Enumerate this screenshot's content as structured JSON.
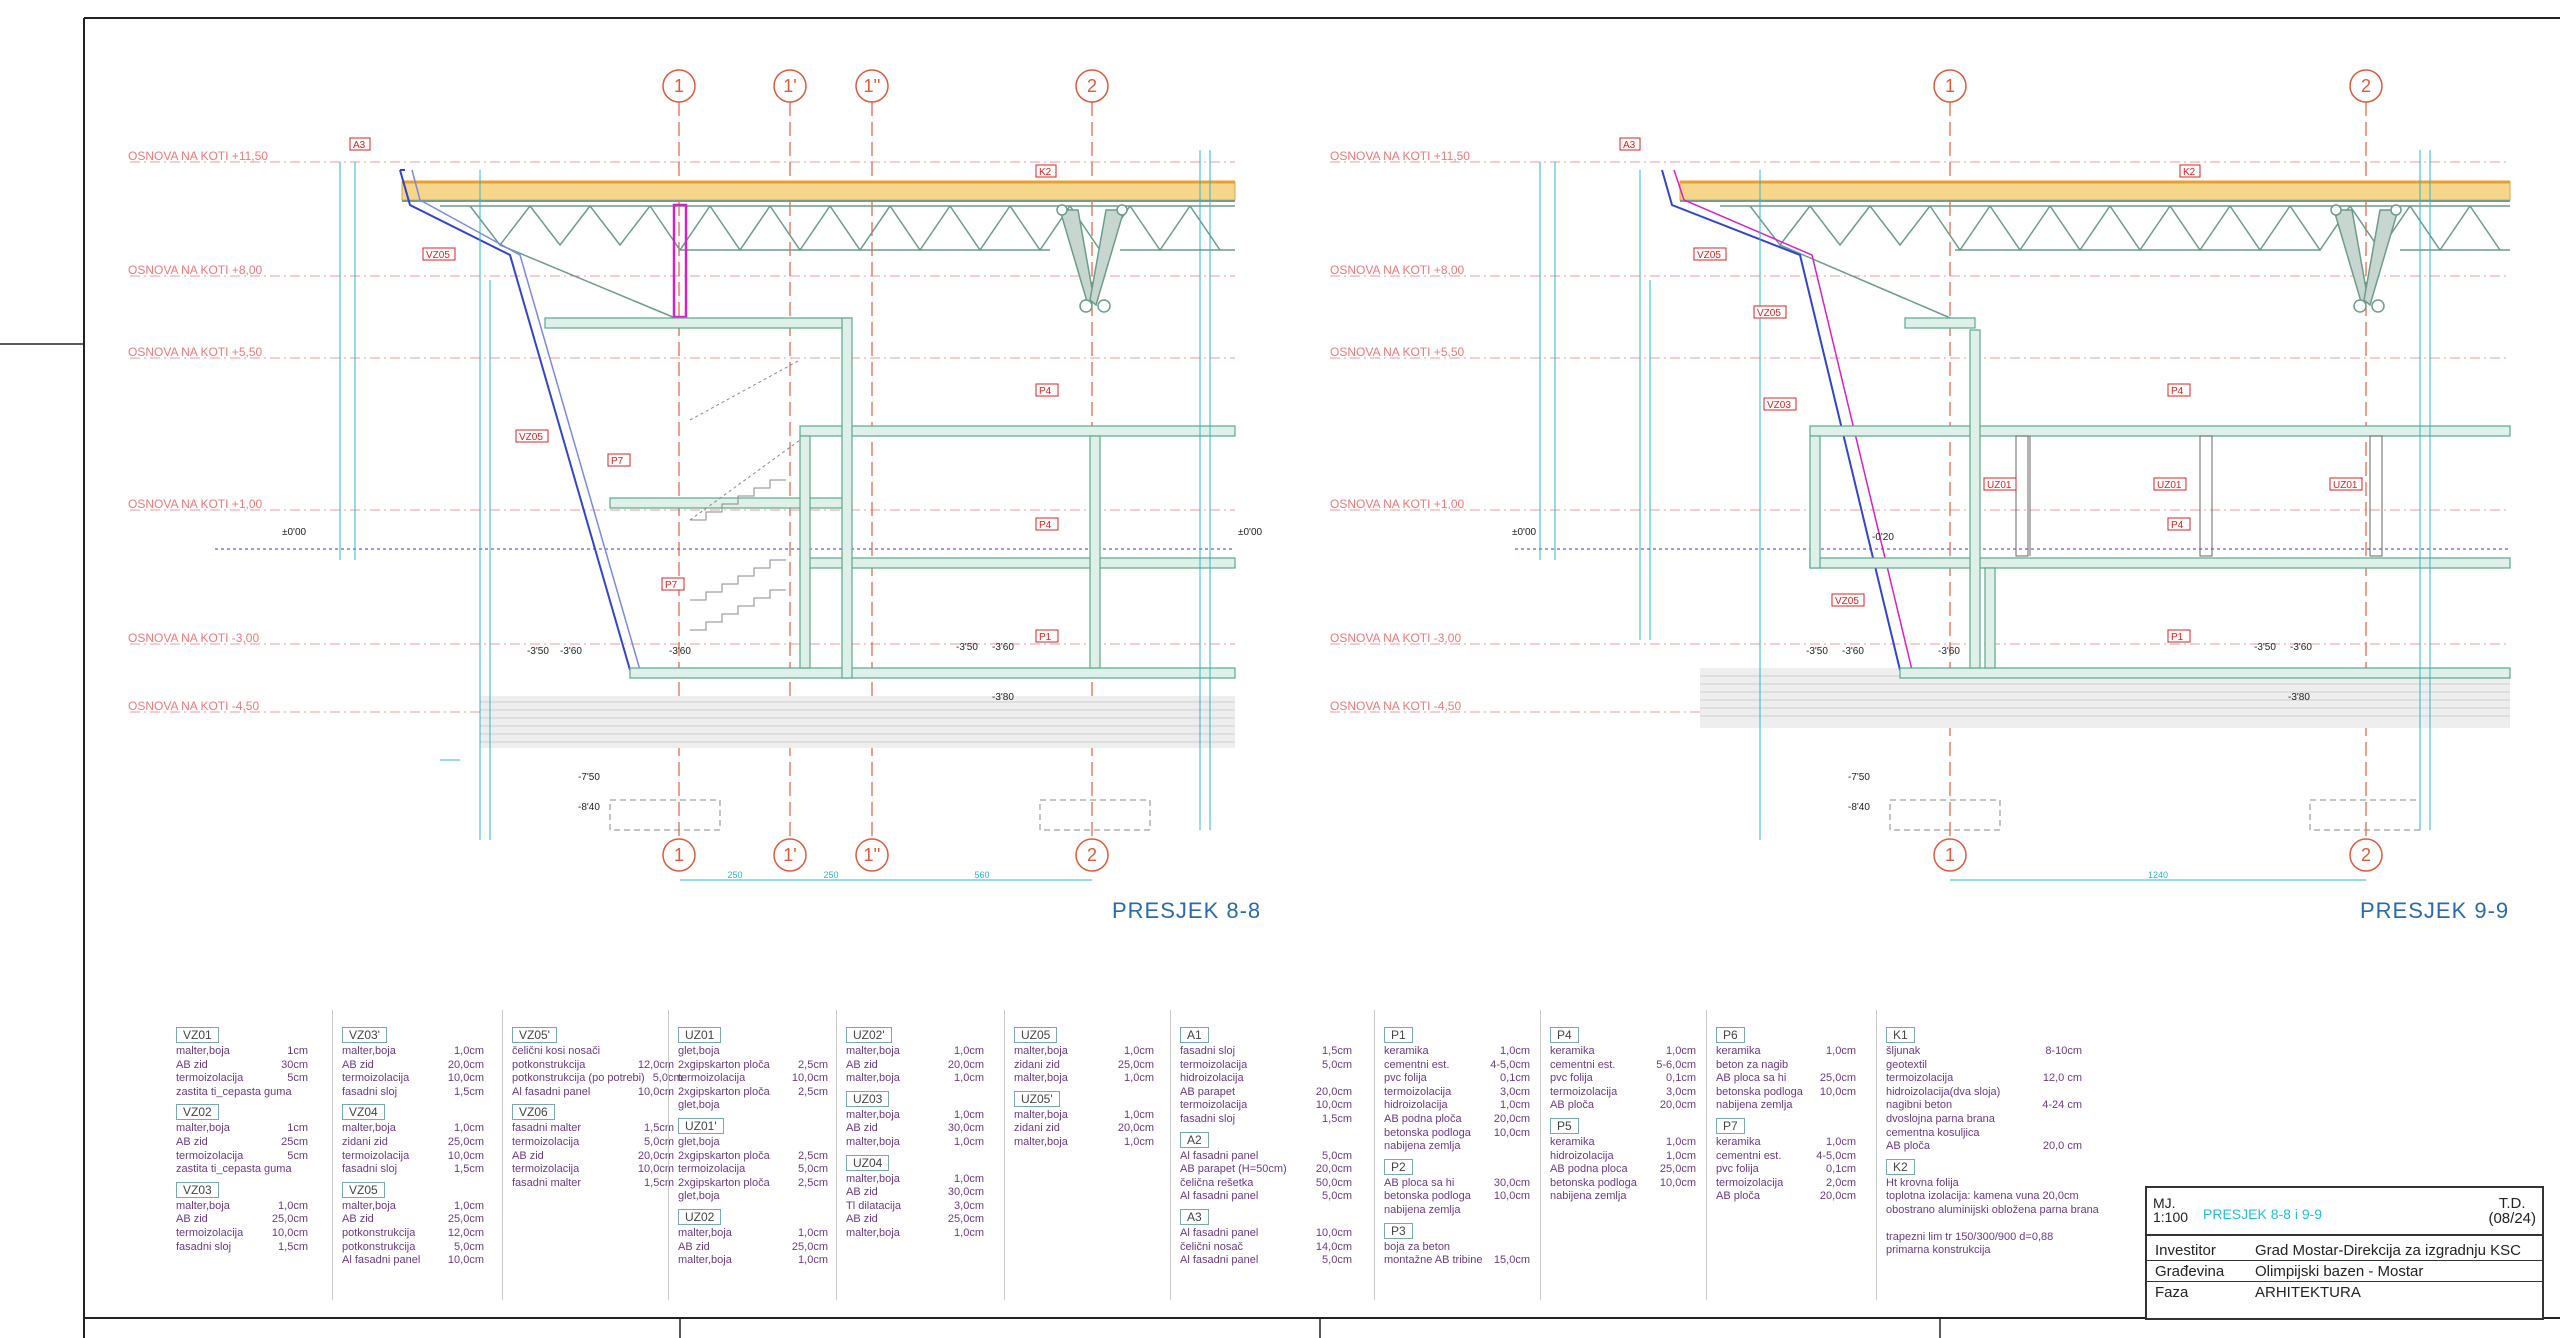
{
  "sections": [
    {
      "title": "PRESJEK 8-8",
      "axes_top": [
        "1",
        "1'",
        "1''",
        "2"
      ],
      "axes_bottom": [
        "1",
        "1'",
        "1''",
        "2"
      ],
      "levels": [
        "OSNOVA NA KOTI +11,50",
        "OSNOVA NA KOTI +8,00",
        "OSNOVA NA KOTI +5,50",
        "OSNOVA NA KOTI +1,00",
        "OSNOVA NA KOTI -3,00",
        "OSNOVA NA KOTI -4,50"
      ],
      "tags": [
        "A3",
        "K2",
        "VZ05",
        "VZ05",
        "P7",
        "P4",
        "P4",
        "P7",
        "P1"
      ],
      "elevations": [
        "±0'00",
        "±0'00",
        "-3'50",
        "-3'60",
        "-3'60",
        "-3'50",
        "-3'60",
        "-3'80",
        "-7'50",
        "-8'40"
      ],
      "dims": [
        "250",
        "250",
        "560"
      ]
    },
    {
      "title": "PRESJEK 9-9",
      "axes_top": [
        "1",
        "2"
      ],
      "axes_bottom": [
        "1",
        "2"
      ],
      "levels": [
        "OSNOVA NA KOTI +11,50",
        "OSNOVA NA KOTI +8,00",
        "OSNOVA NA KOTI +5,50",
        "OSNOVA NA KOTI +1,00",
        "OSNOVA NA KOTI -3,00",
        "OSNOVA NA KOTI -4,50"
      ],
      "tags": [
        "A3",
        "K2",
        "VZ05",
        "VZ05",
        "VZ03",
        "P4",
        "UZ01",
        "UZ01",
        "UZ01",
        "P4",
        "VZ05",
        "P1"
      ],
      "elevations": [
        "±0'00",
        "-0'20",
        "-3'50",
        "-3'60",
        "-3'60",
        "-3'50",
        "-3'60",
        "-3'80",
        "-7'50",
        "-8'40"
      ],
      "dims": [
        "1240"
      ]
    }
  ],
  "legend": [
    [
      {
        "code": "VZ01",
        "rows": [
          [
            "malter,boja",
            "1cm"
          ],
          [
            "AB zid",
            "30cm"
          ],
          [
            "termoizolacija",
            "5cm"
          ],
          [
            "zastita ti_cepasta guma",
            ""
          ]
        ]
      },
      {
        "code": "VZ02",
        "rows": [
          [
            "malter,boja",
            "1cm"
          ],
          [
            "AB zid",
            "25cm"
          ],
          [
            "termoizolacija",
            "5cm"
          ],
          [
            "zastita ti_cepasta guma",
            ""
          ]
        ]
      },
      {
        "code": "VZ03",
        "rows": [
          [
            "malter,boja",
            "1,0cm"
          ],
          [
            "AB zid",
            "25,0cm"
          ],
          [
            "termoizolacija",
            "10,0cm"
          ],
          [
            "fasadni sloj",
            "1,5cm"
          ]
        ]
      }
    ],
    [
      {
        "code": "VZ03'",
        "rows": [
          [
            "malter,boja",
            "1,0cm"
          ],
          [
            "AB zid",
            "20,0cm"
          ],
          [
            "termoizolacija",
            "10,0cm"
          ],
          [
            "fasadni sloj",
            "1,5cm"
          ]
        ]
      },
      {
        "code": "VZ04",
        "rows": [
          [
            "malter,boja",
            "1,0cm"
          ],
          [
            "zidani zid",
            "25,0cm"
          ],
          [
            "termoizolacija",
            "10,0cm"
          ],
          [
            "fasadni sloj",
            "1,5cm"
          ]
        ]
      },
      {
        "code": "VZ05",
        "rows": [
          [
            "malter,boja",
            "1,0cm"
          ],
          [
            "AB zid",
            "25,0cm"
          ],
          [
            "potkonstrukcija",
            "12,0cm"
          ],
          [
            "potkonstrukcija",
            "5,0cm"
          ],
          [
            "Al fasadni panel",
            "10,0cm"
          ]
        ]
      }
    ],
    [
      {
        "code": "VZ05'",
        "rows": [
          [
            "čelični kosi nosači",
            ""
          ],
          [
            "potkonstrukcija",
            "12,0cm"
          ],
          [
            "potkonstrukcija (po potrebi)",
            "5,0cm"
          ],
          [
            "Al fasadni panel",
            "10,0cm"
          ]
        ]
      },
      {
        "code": "VZ06",
        "rows": [
          [
            "fasadni malter",
            "1,5cm"
          ],
          [
            "termoizolacija",
            "5,0cm"
          ],
          [
            "AB zid",
            "20,0cm"
          ],
          [
            "termoizolacija",
            "10,0cm"
          ],
          [
            "fasadni malter",
            "1,5cm"
          ]
        ]
      }
    ],
    [
      {
        "code": "UZ01",
        "rows": [
          [
            "glet,boja",
            ""
          ],
          [
            "2xgipskarton ploča",
            "2,5cm"
          ],
          [
            "termoizolacija",
            "10,0cm"
          ],
          [
            "2xgipskarton ploča",
            "2,5cm"
          ],
          [
            "glet,boja",
            ""
          ]
        ]
      },
      {
        "code": "UZ01'",
        "rows": [
          [
            "glet,boja",
            ""
          ],
          [
            "2xgipskarton ploča",
            "2,5cm"
          ],
          [
            "termoizolacija",
            "5,0cm"
          ],
          [
            "2xgipskarton ploča",
            "2,5cm"
          ],
          [
            "glet,boja",
            ""
          ]
        ]
      },
      {
        "code": "UZ02",
        "rows": [
          [
            "malter,boja",
            "1,0cm"
          ],
          [
            "AB zid",
            "25,0cm"
          ],
          [
            "malter,boja",
            "1,0cm"
          ]
        ]
      }
    ],
    [
      {
        "code": "UZ02'",
        "rows": [
          [
            "malter,boja",
            "1,0cm"
          ],
          [
            "AB zid",
            "20,0cm"
          ],
          [
            "malter,boja",
            "1,0cm"
          ]
        ]
      },
      {
        "code": "UZ03",
        "rows": [
          [
            "malter,boja",
            "1,0cm"
          ],
          [
            "AB zid",
            "30,0cm"
          ],
          [
            "malter,boja",
            "1,0cm"
          ]
        ]
      },
      {
        "code": "UZ04",
        "rows": [
          [
            "malter,boja",
            "1,0cm"
          ],
          [
            "AB zid",
            "30,0cm"
          ],
          [
            "Tl dilatacija",
            "3,0cm"
          ],
          [
            "AB zid",
            "25,0cm"
          ],
          [
            "malter,boja",
            "1,0cm"
          ]
        ]
      }
    ],
    [
      {
        "code": "UZ05",
        "rows": [
          [
            "malter,boja",
            "1,0cm"
          ],
          [
            "zidani zid",
            "25,0cm"
          ],
          [
            "malter,boja",
            "1,0cm"
          ]
        ]
      },
      {
        "code": "UZ05'",
        "rows": [
          [
            "malter,boja",
            "1,0cm"
          ],
          [
            "zidani zid",
            "20,0cm"
          ],
          [
            "malter,boja",
            "1,0cm"
          ]
        ]
      }
    ],
    [
      {
        "code": "A1",
        "rows": [
          [
            "fasadni sloj",
            "1,5cm"
          ],
          [
            "termoizolacija",
            "5,0cm"
          ],
          [
            "hidroizolacija",
            ""
          ],
          [
            "AB parapet",
            "20,0cm"
          ],
          [
            "termoizolacija",
            "10,0cm"
          ],
          [
            "fasadni sloj",
            "1,5cm"
          ]
        ]
      },
      {
        "code": "A2",
        "rows": [
          [
            "Al fasadni panel",
            "5,0cm"
          ],
          [
            "AB parapet (H=50cm)",
            "20,0cm"
          ],
          [
            "čelična rešetka",
            "50,0cm"
          ],
          [
            "Al fasadni panel",
            "5,0cm"
          ]
        ]
      },
      {
        "code": "A3",
        "rows": [
          [
            "Al fasadni panel",
            "10,0cm"
          ],
          [
            "čelični nosač",
            "14,0cm"
          ],
          [
            "Al fasadni panel",
            "5,0cm"
          ]
        ]
      }
    ],
    [
      {
        "code": "P1",
        "rows": [
          [
            "keramika",
            "1,0cm"
          ],
          [
            "cementni est.",
            "4-5,0cm"
          ],
          [
            "pvc folija",
            "0,1cm"
          ],
          [
            "termoizolacija",
            "3,0cm"
          ],
          [
            "hidroizolacija",
            "1,0cm"
          ],
          [
            "AB podna ploča",
            "20,0cm"
          ],
          [
            "betonska podloga",
            "10,0cm"
          ],
          [
            "nabijena zemlja",
            ""
          ]
        ]
      },
      {
        "code": "P2",
        "rows": [
          [
            "AB ploca sa hi",
            "30,0cm"
          ],
          [
            "betonska podloga",
            "10,0cm"
          ],
          [
            "nabijena zemlja",
            ""
          ]
        ]
      },
      {
        "code": "P3",
        "rows": [
          [
            "boja za beton",
            ""
          ],
          [
            "montažne AB tribine",
            "15,0cm"
          ]
        ]
      }
    ],
    [
      {
        "code": "P4",
        "rows": [
          [
            "keramika",
            "1,0cm"
          ],
          [
            "cementni est.",
            "5-6,0cm"
          ],
          [
            "pvc folija",
            "0,1cm"
          ],
          [
            "termoizolacija",
            "3,0cm"
          ],
          [
            "AB ploča",
            "20,0cm"
          ]
        ]
      },
      {
        "code": "P5",
        "rows": [
          [
            "keramika",
            "1,0cm"
          ],
          [
            "hidroizolacija",
            "1,0cm"
          ],
          [
            "AB podna ploca",
            "25,0cm"
          ],
          [
            "betonska podloga",
            "10,0cm"
          ],
          [
            "nabijena zemlja",
            ""
          ]
        ]
      }
    ],
    [
      {
        "code": "P6",
        "rows": [
          [
            "keramika",
            "1,0cm"
          ],
          [
            "beton za nagib",
            ""
          ],
          [
            "AB ploca sa hi",
            "25,0cm"
          ],
          [
            "betonska podloga",
            "10,0cm"
          ],
          [
            "nabijena zemlja",
            ""
          ]
        ]
      },
      {
        "code": "P7",
        "rows": [
          [
            "keramika",
            "1,0cm"
          ],
          [
            "cementni est.",
            "4-5,0cm"
          ],
          [
            "pvc folija",
            "0,1cm"
          ],
          [
            "termoizolacija",
            "2,0cm"
          ],
          [
            "AB ploča",
            "20,0cm"
          ]
        ]
      }
    ],
    [
      {
        "code": "K1",
        "rows": [
          [
            "šljunak",
            "8-10cm"
          ],
          [
            "geotextil",
            ""
          ],
          [
            "termoizolacija",
            "12,0 cm"
          ],
          [
            "hidroizolacija(dva sloja)",
            ""
          ],
          [
            "nagibni beton",
            "4-24 cm"
          ],
          [
            "dvoslojna parna brana",
            ""
          ],
          [
            "cementna kosuljica",
            ""
          ],
          [
            "AB ploča",
            "20,0 cm"
          ]
        ]
      },
      {
        "code": "K2",
        "rows": [
          [
            "Ht krovna folija",
            ""
          ],
          [
            "toplotna izolacija: kamena vuna 20,0cm",
            ""
          ],
          [
            "obostrano aluminijski obložena parna brana",
            ""
          ],
          [
            "",
            ""
          ],
          [
            "trapezni lim tr 150/300/900 d=0,88",
            ""
          ],
          [
            "primarna konstrukcija",
            ""
          ]
        ]
      }
    ]
  ],
  "title_block": {
    "scale_label": "MJ.",
    "scale": "1:100",
    "drawing_title": "PRESJEK 8-8 i 9-9",
    "sheet_label": "T.D.",
    "sheet": "(08/24)",
    "rows": [
      {
        "k": "Investitor",
        "v": "Grad Mostar-Direkcija za izgradnju KSC"
      },
      {
        "k": "Građevina",
        "v": "Olimpijski bazen - Mostar"
      },
      {
        "k": "Faza",
        "v": "ARHITEKTURA"
      }
    ]
  },
  "colors": {
    "level": "#f08080",
    "axis": "#e05a3a",
    "dim": "#28b8d0",
    "truss": "#6c9c8c",
    "tag": "#e02020",
    "title": "#2a6aaa",
    "legend_text": "#6a3a86",
    "structure": "#2aa8a0",
    "facade": "#3344cc",
    "insulation": "#f3b04a",
    "highlight": "#d820c8"
  }
}
